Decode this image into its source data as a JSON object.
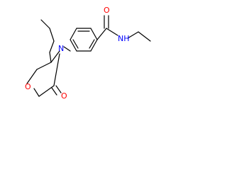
{
  "molecule": {
    "atoms": [
      {
        "id": "o-amide",
        "label": "O",
        "color": "#ff0000"
      },
      {
        "id": "n-amide",
        "label": "NH",
        "color": "#0000ff"
      },
      {
        "id": "n-ring",
        "label": "N",
        "color": "#0000ff"
      },
      {
        "id": "o-ring",
        "label": "O",
        "color": "#ff0000"
      },
      {
        "id": "o-carbonyl",
        "label": "O",
        "color": "#ff0000"
      }
    ],
    "bond_color": "#000000",
    "background": "#ffffff"
  }
}
